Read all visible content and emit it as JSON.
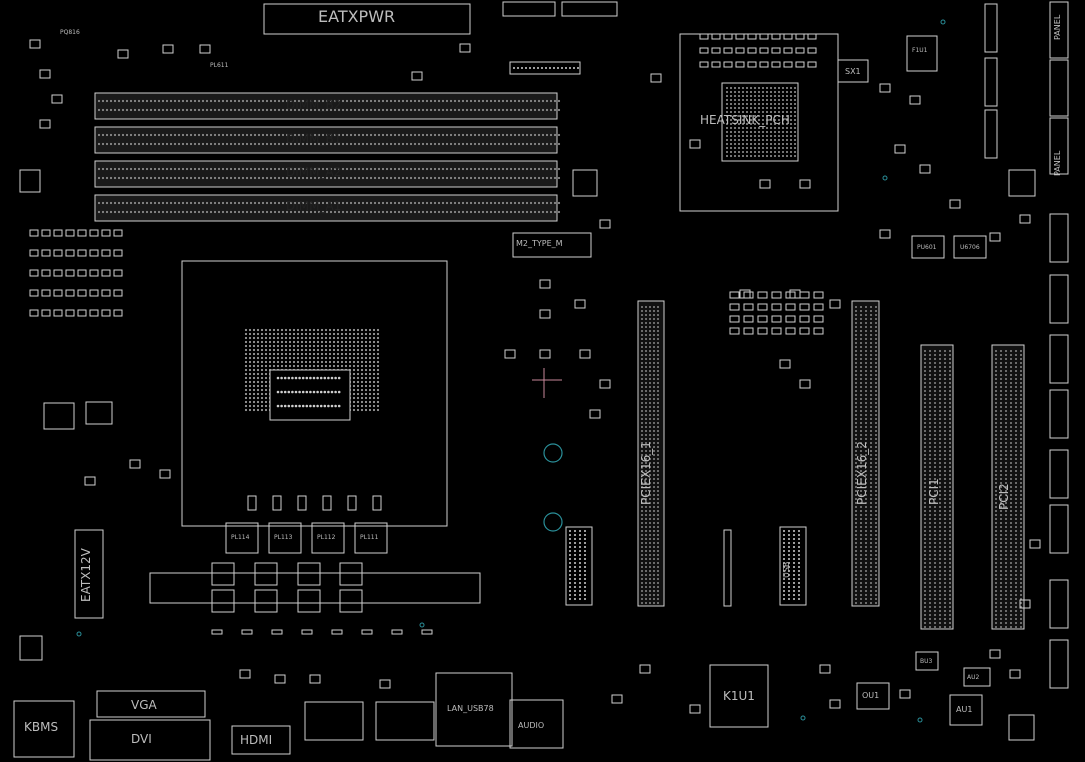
{
  "labels": {
    "eatxpwr": "EATXPWR",
    "dimm_b2": "DIMM_B2",
    "dimm_b1": "DIMM_B1",
    "dimm_a2": "DIMM_A2",
    "dimm_a1": "DIMM_A1",
    "heatsink_pch": "HEATSINK_PCH",
    "m2": "M2_TYPE_M",
    "pciex16_1": "PCIEX16_1",
    "pciex16_2": "PCIEX16_2",
    "pci1": "PCI1",
    "pci2": "PCI2",
    "eatx12v": "EATX12V",
    "kbms": "KBMS",
    "vga": "VGA",
    "dvi": "DVI",
    "hdmi": "HDMI",
    "lan_usb": "LAN_USB78",
    "audio": "AUDIO",
    "k1u1": "K1U1",
    "ou1": "OU1",
    "au1": "AU1",
    "au2": "AU2",
    "bu3": "BU3",
    "sx1": "SX1",
    "f1u1": "F1U1",
    "pu601": "PU601",
    "u6706": "U6706",
    "pl114": "PL114",
    "pl113": "PL113",
    "pl112": "PL112",
    "pl111": "PL111",
    "pl611": "PL611",
    "pq816": "PQ816",
    "panel": "PANEL",
    "usb": "USB"
  },
  "colors": {
    "background": "#000000",
    "outline": "#cfcfcf",
    "accent_ring": "#2a8f99"
  }
}
